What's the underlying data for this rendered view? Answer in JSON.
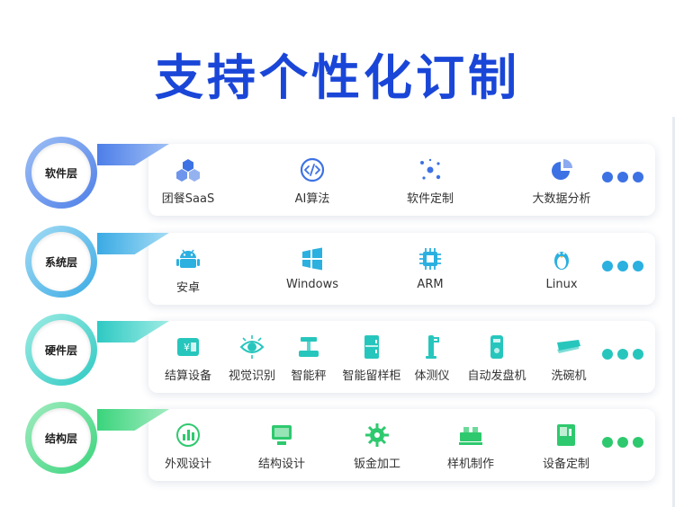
{
  "page": {
    "title": "支持个性化订制"
  },
  "layers": [
    {
      "name": "软件层",
      "colors": {
        "ring": "#4d7ee8",
        "ring_light": "#9fc0f5",
        "icon": "#3d72e4",
        "dots": "#3d72e4"
      },
      "items": [
        {
          "label": "团餐SaaS",
          "icon": "cube-cluster-icon"
        },
        {
          "label": "AI算法",
          "icon": "code-circle-icon"
        },
        {
          "label": "软件定制",
          "icon": "scatter-dots-icon"
        },
        {
          "label": "大数据分析",
          "icon": "pie-chart-icon"
        }
      ]
    },
    {
      "name": "系统层",
      "colors": {
        "ring": "#3aaae4",
        "ring_light": "#a4dcf5",
        "icon": "#2bb0e0",
        "dots": "#2bb0e0"
      },
      "items": [
        {
          "label": "安卓",
          "icon": "android-icon"
        },
        {
          "label": "Windows",
          "icon": "windows-icon"
        },
        {
          "label": "ARM",
          "icon": "chip-icon"
        },
        {
          "label": "Linux",
          "icon": "penguin-icon"
        }
      ]
    },
    {
      "name": "硬件层",
      "colors": {
        "ring": "#2ec9c3",
        "ring_light": "#9eece4",
        "icon": "#27c6bd",
        "dots": "#27c6bd"
      },
      "items": [
        {
          "label": "结算设备",
          "icon": "payment-terminal-icon"
        },
        {
          "label": "视觉识别",
          "icon": "vision-eye-icon"
        },
        {
          "label": "智能秤",
          "icon": "scale-icon"
        },
        {
          "label": "智能留样柜",
          "icon": "sample-cabinet-icon"
        },
        {
          "label": "体测仪",
          "icon": "body-meter-icon"
        },
        {
          "label": "自动发盘机",
          "icon": "plate-dispenser-icon"
        },
        {
          "label": "洗碗机",
          "icon": "dishwasher-icon"
        }
      ]
    },
    {
      "name": "结构层",
      "colors": {
        "ring": "#3ad47c",
        "ring_light": "#a2ecc0",
        "icon": "#2ec96e",
        "dots": "#2ec96e"
      },
      "items": [
        {
          "label": "外观设计",
          "icon": "appearance-chart-icon"
        },
        {
          "label": "结构设计",
          "icon": "structure-frame-icon"
        },
        {
          "label": "钣金加工",
          "icon": "gear-icon"
        },
        {
          "label": "样机制作",
          "icon": "prototype-machine-icon"
        },
        {
          "label": "设备定制",
          "icon": "device-custom-icon"
        }
      ]
    }
  ]
}
